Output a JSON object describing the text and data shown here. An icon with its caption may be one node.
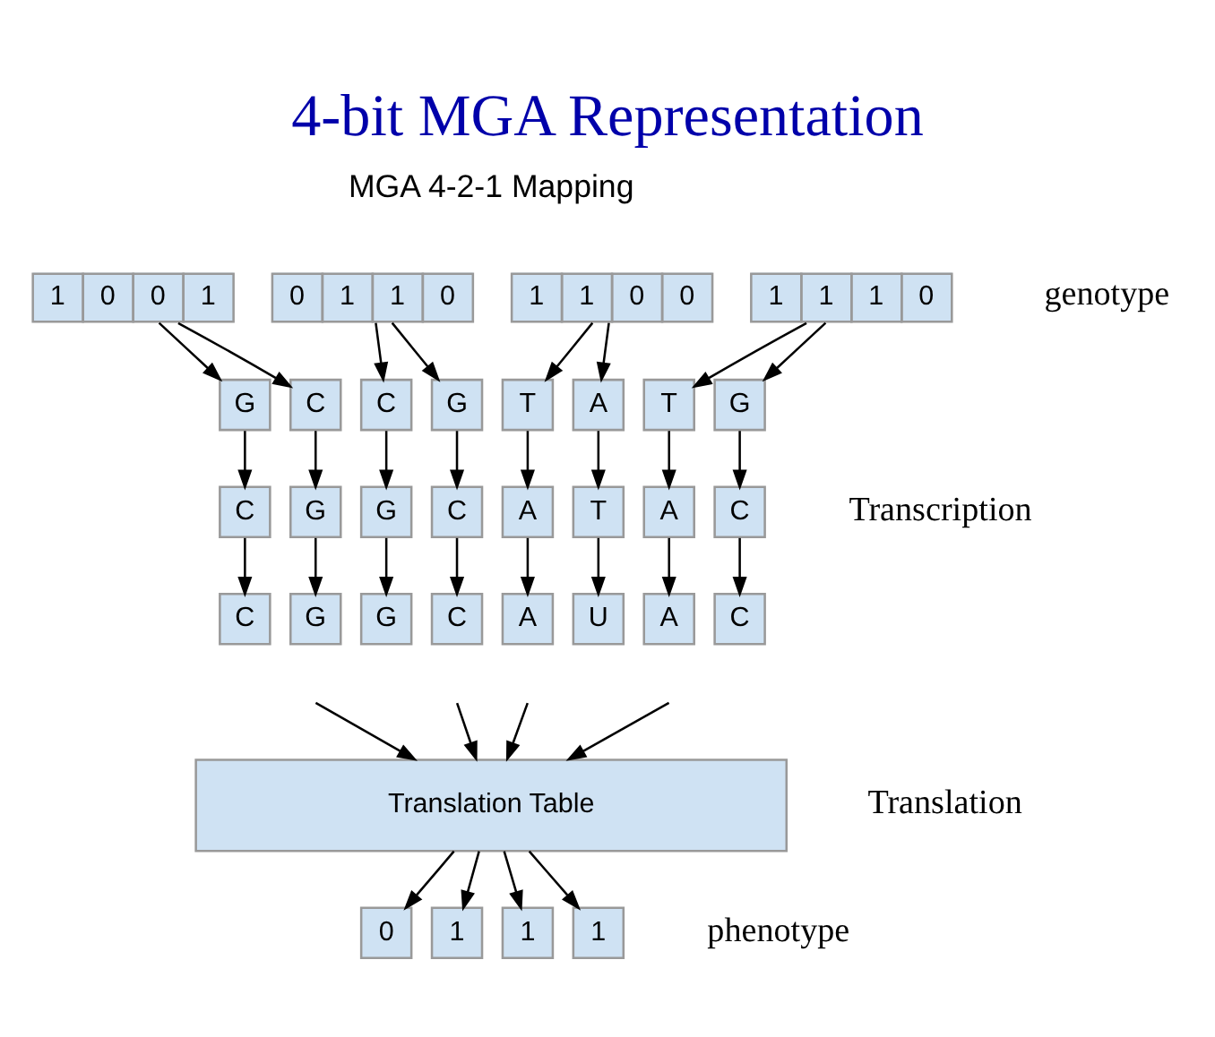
{
  "diagram": {
    "title": "4-bit MGA Representation",
    "nodes": [
      {
        "text": [
          "1",
          "0",
          "0",
          "1"
        ]
      },
      {
        "text": [
          "0",
          "1",
          "1",
          "0"
        ]
      },
      {
        "text": [
          "1",
          "1",
          "0",
          "0"
        ]
      },
      {
        "text": [
          "1",
          "1",
          "1",
          "0"
        ]
      },
      {
        "text": [
          "G"
        ]
      },
      {
        "text": [
          "C"
        ]
      },
      {
        "text": [
          "C"
        ]
      },
      {
        "text": [
          "G"
        ]
      },
      {
        "text": [
          "T"
        ]
      },
      {
        "text": [
          "A"
        ]
      },
      {
        "text": [
          "T"
        ]
      },
      {
        "text": [
          "G"
        ]
      },
      {
        "text": [
          "C"
        ]
      },
      {
        "text": [
          "G"
        ]
      },
      {
        "text": [
          "G"
        ]
      },
      {
        "text": [
          "C"
        ]
      },
      {
        "text": [
          "A"
        ]
      },
      {
        "text": [
          "T"
        ]
      },
      {
        "text": [
          "A"
        ]
      },
      {
        "text": [
          "C"
        ]
      },
      {
        "text": [
          "C"
        ]
      },
      {
        "text": [
          "G"
        ]
      },
      {
        "text": [
          "G"
        ]
      },
      {
        "text": [
          "C"
        ]
      },
      {
        "text": [
          "A"
        ]
      },
      {
        "text": [
          "U"
        ]
      },
      {
        "text": [
          "A"
        ]
      },
      {
        "text": [
          "C"
        ]
      },
      {
        "text": [
          "Translation Table"
        ]
      },
      {
        "text": [
          "0"
        ]
      },
      {
        "text": [
          "1"
        ]
      },
      {
        "text": [
          "1"
        ]
      },
      {
        "text": [
          "1"
        ]
      }
    ],
    "edges": [
      {
        "from": 0,
        "to": 4,
        "arrow": "to"
      },
      {
        "from": 0,
        "to": 5,
        "arrow": "to"
      },
      {
        "from": 1,
        "to": 6,
        "arrow": "to"
      },
      {
        "from": 1,
        "to": 7,
        "arrow": "to"
      },
      {
        "from": 2,
        "to": 8,
        "arrow": "to"
      },
      {
        "from": 2,
        "to": 9,
        "arrow": "to"
      },
      {
        "from": 3,
        "to": 10,
        "arrow": "to"
      },
      {
        "from": 3,
        "to": 11,
        "arrow": "to"
      },
      {
        "from": 4,
        "to": 12,
        "arrow": "to"
      },
      {
        "from": 5,
        "to": 13,
        "arrow": "to"
      },
      {
        "from": 6,
        "to": 14,
        "arrow": "to"
      },
      {
        "from": 7,
        "to": 15,
        "arrow": "to"
      },
      {
        "from": 8,
        "to": 16,
        "arrow": "to"
      },
      {
        "from": 9,
        "to": 17,
        "arrow": "to"
      },
      {
        "from": 10,
        "to": 18,
        "arrow": "to"
      },
      {
        "from": 11,
        "to": 19,
        "arrow": "to"
      },
      {
        "from": 12,
        "to": 20,
        "arrow": "to"
      },
      {
        "from": 13,
        "to": 21,
        "arrow": "to"
      },
      {
        "from": 14,
        "to": 22,
        "arrow": "to"
      },
      {
        "from": 15,
        "to": 23,
        "arrow": "to"
      },
      {
        "from": 16,
        "to": 24,
        "arrow": "to"
      },
      {
        "from": 17,
        "to": 25,
        "arrow": "to"
      },
      {
        "from": 18,
        "to": 26,
        "arrow": "to"
      },
      {
        "from": 19,
        "to": 27,
        "arrow": "to"
      },
      {
        "from": null,
        "to": 28,
        "arrow": "to"
      },
      {
        "from": null,
        "to": 28,
        "arrow": "to"
      },
      {
        "from": null,
        "to": 28,
        "arrow": "to"
      },
      {
        "from": null,
        "to": 28,
        "arrow": "to"
      },
      {
        "from": 28,
        "to": 29,
        "arrow": "to"
      },
      {
        "from": 28,
        "to": 30,
        "arrow": "to"
      },
      {
        "from": 28,
        "to": 31,
        "arrow": "to"
      },
      {
        "from": 28,
        "to": 32,
        "arrow": "to"
      }
    ],
    "labels": [
      "MGA 4-2-1 Mapping",
      "genotype",
      "Transcription",
      "Translation",
      "phenotype"
    ]
  }
}
